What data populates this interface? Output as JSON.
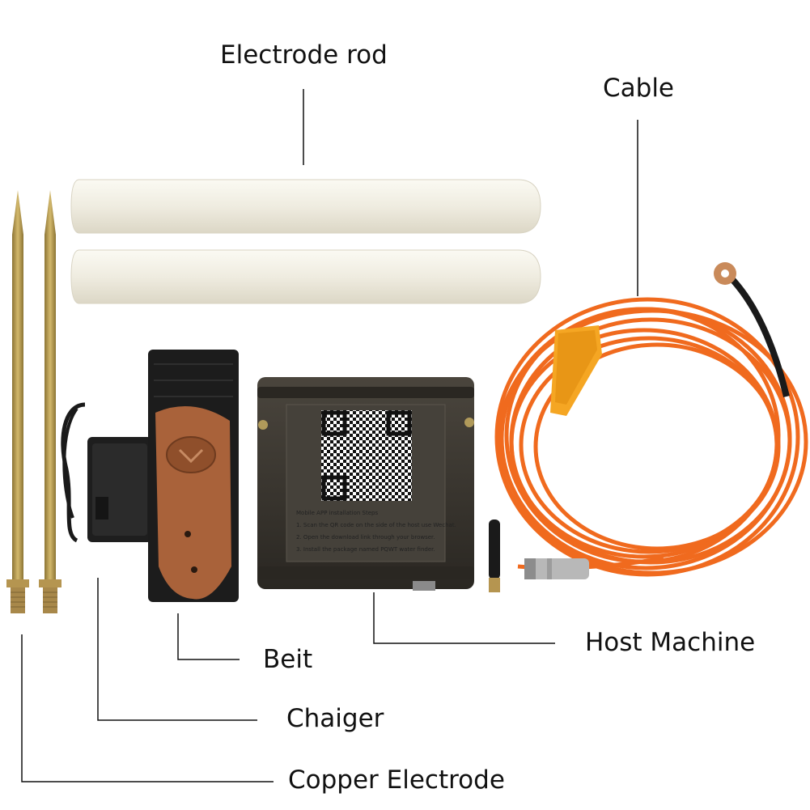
{
  "labels": {
    "electrode_rod": "Electrode rod",
    "cable": "Cable",
    "host_machine": "Host Machine",
    "belt": "Beit",
    "charger": "Chaiger",
    "copper_electrode": "Copper Electrode"
  },
  "panel_text": {
    "title": "Mobile APP installation Steps",
    "step1": "1. Scan the QR code on the side of the host use Wechat.",
    "step2": "2. Open the download link through your browser.",
    "step3": "3. Install the package named PQWT water finder."
  },
  "colors": {
    "rod_white": "#f2efe4",
    "brass": "#b89a4e",
    "cable_orange": "#f06a1e",
    "box_dark": "#3a3630",
    "belt_black": "#1c1c1c",
    "leather_brown": "#a9623a"
  }
}
